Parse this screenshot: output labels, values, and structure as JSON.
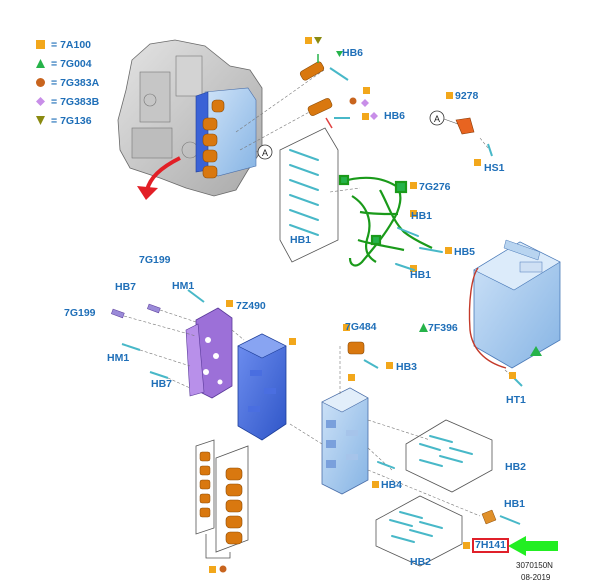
{
  "legend": [
    {
      "code": "7A100",
      "marker": "square",
      "color": "#f2a71b"
    },
    {
      "code": "7G004",
      "marker": "triangle-up",
      "color": "#26b34a"
    },
    {
      "code": "7G383A",
      "marker": "circle",
      "color": "#c8641e"
    },
    {
      "code": "7G383B",
      "marker": "diamond",
      "color": "#c88ee8"
    },
    {
      "code": "7G136",
      "marker": "triangle-down",
      "color": "#8a8a10"
    }
  ],
  "callouts": {
    "hb6_top": "HB6",
    "hb6_mid": "HB6",
    "p9278": "9278",
    "hs1": "HS1",
    "p7g276": "7G276",
    "hb1_a": "HB1",
    "hb5": "HB5",
    "hb1_b": "HB1",
    "hb1_left": "HB1",
    "p7g199_top": "7G199",
    "hb7_top": "HB7",
    "hm1_top": "HM1",
    "p7z490": "7Z490",
    "p7g199_left": "7G199",
    "hm1_left": "HM1",
    "hb7_left": "HB7",
    "p7g484": "7G484",
    "p7f396": "7F396",
    "hb3": "HB3",
    "ht1": "HT1",
    "hb2_right": "HB2",
    "hb4": "HB4",
    "hb1_bottom": "HB1",
    "hb2_bottom": "HB2",
    "p7h141": "7H141"
  },
  "circle_ref": "A",
  "footer": {
    "ref": "3070150N",
    "date": "08-2019"
  },
  "colors": {
    "label": "#1f6fb8",
    "highlight": "#e0202a",
    "arrow_green": "#22ee22"
  }
}
